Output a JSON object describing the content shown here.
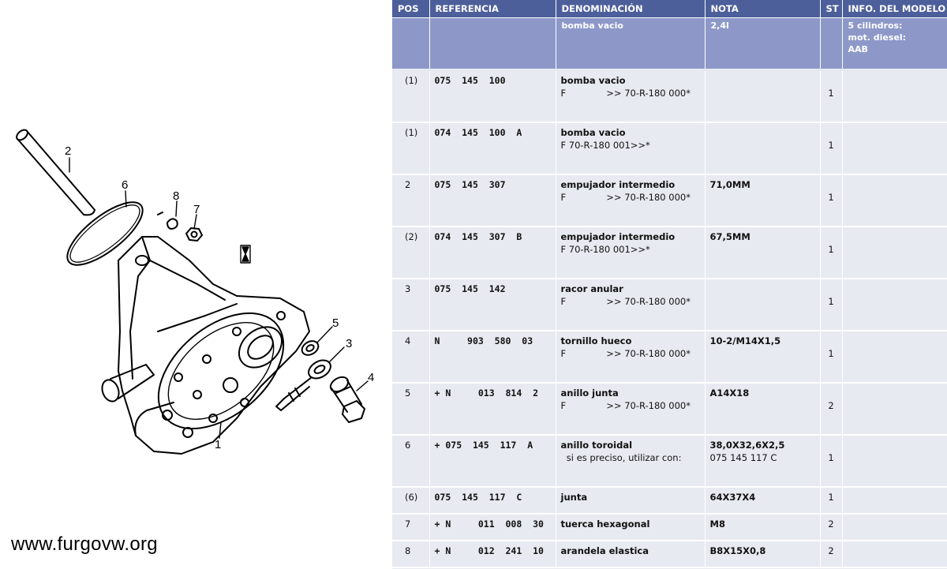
{
  "footer": {
    "url": "www.furgovw.org"
  },
  "diagram": {
    "labels": [
      "2",
      "6",
      "8",
      "7",
      "5",
      "3",
      "4",
      "1"
    ]
  },
  "table": {
    "headers": [
      "POS",
      "REFERENCIA",
      "DENOMINACIÓN",
      "NOTA",
      "ST",
      "INFO. DEL MODELO"
    ],
    "model": {
      "denominacion": "bomba vacio",
      "nota": "2,4l",
      "info": [
        "5 cilindros:",
        "mot. diesel:",
        "AAB"
      ]
    },
    "rows": [
      {
        "pos": "(1)",
        "ref": "075  145  100",
        "den": [
          "bomba vacio",
          "F              >> 70-R-180 000*"
        ],
        "nota": [],
        "st": "1"
      },
      {
        "pos": "(1)",
        "ref": "074  145  100  A",
        "den": [
          "bomba vacio",
          "F 70-R-180 001>>*"
        ],
        "nota": [],
        "st": "1"
      },
      {
        "pos": "2",
        "ref": "075  145  307",
        "den": [
          "empujador intermedio",
          "F              >> 70-R-180 000*"
        ],
        "nota": [
          "71,0MM"
        ],
        "st": "1"
      },
      {
        "pos": "(2)",
        "ref": "074  145  307  B",
        "den": [
          "empujador intermedio",
          "F 70-R-180 001>>*"
        ],
        "nota": [
          "67,5MM"
        ],
        "st": "1"
      },
      {
        "pos": "3",
        "ref": "075  145  142",
        "den": [
          "racor anular",
          "F              >> 70-R-180 000*"
        ],
        "nota": [],
        "st": "1"
      },
      {
        "pos": "4",
        "ref": "N     903  580  03",
        "den": [
          "tornillo hueco",
          "F              >> 70-R-180 000*"
        ],
        "nota": [
          "10-2/M14X1,5"
        ],
        "st": "1"
      },
      {
        "pos": "5",
        "ref": "+ N     013  814  2",
        "den": [
          "anillo junta",
          "F              >> 70-R-180 000*"
        ],
        "nota": [
          "A14X18"
        ],
        "st": "2"
      },
      {
        "pos": "6",
        "ref": "+ 075  145  117  A",
        "den": [
          "anillo toroidal",
          "  si es preciso, utilizar con:"
        ],
        "nota": [
          "38,0X32,6X2,5",
          "075 145 117 C"
        ],
        "st": "1"
      },
      {
        "pos": "(6)",
        "ref": "075  145  117  C",
        "den": [
          "junta"
        ],
        "nota": [
          "64X37X4"
        ],
        "st": "1"
      },
      {
        "pos": "7",
        "ref": "+ N     011  008  30",
        "den": [
          "tuerca hexagonal"
        ],
        "nota": [
          "M8"
        ],
        "st": "2"
      },
      {
        "pos": "8",
        "ref": "+ N     012  241  10",
        "den": [
          "arandela elastica"
        ],
        "nota": [
          "B8X15X0,8"
        ],
        "st": "2"
      }
    ]
  }
}
